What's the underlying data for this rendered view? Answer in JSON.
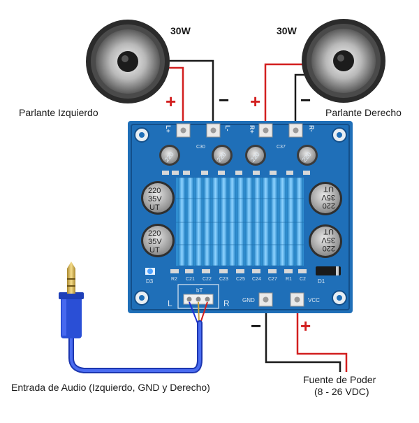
{
  "speakers": {
    "left": {
      "power": "30W",
      "label": "Parlante  Izquierdo"
    },
    "right": {
      "power": "30W",
      "label": "Parlante Derecho"
    }
  },
  "signs": {
    "plus": "+",
    "minus": "−"
  },
  "board": {
    "speaker_terminals": [
      "L+",
      "L-",
      "R+",
      "R-"
    ],
    "power_terminals": [
      "GND",
      "VCC"
    ],
    "input_channels": [
      "L",
      "R"
    ],
    "input_marker": "bT",
    "cap_values": [
      "220",
      "35V",
      "UT"
    ],
    "chip_caps": [
      "220",
      "220",
      "220",
      "220"
    ],
    "chip_cap_labels": [
      "C30",
      "C37"
    ],
    "led": "D3",
    "diode": "D1",
    "row_labels": [
      "R2",
      "C21",
      "C22",
      "C23",
      "C25",
      "C24",
      "C27",
      "R1",
      "C2"
    ]
  },
  "captions": {
    "audio_input": "Entrada de Audio (Izquierdo, GND y Derecho)",
    "power_supply": "Fuente de Poder",
    "power_range": "(8 - 26 VDC)"
  },
  "colors": {
    "pcb": "#1f6fb8",
    "pcb_dark": "#134f8a",
    "heatsink": "#3fa8e8",
    "wire_red": "#d21f1f",
    "wire_black": "#1a1a1a",
    "cable": "#2a4fd6"
  }
}
